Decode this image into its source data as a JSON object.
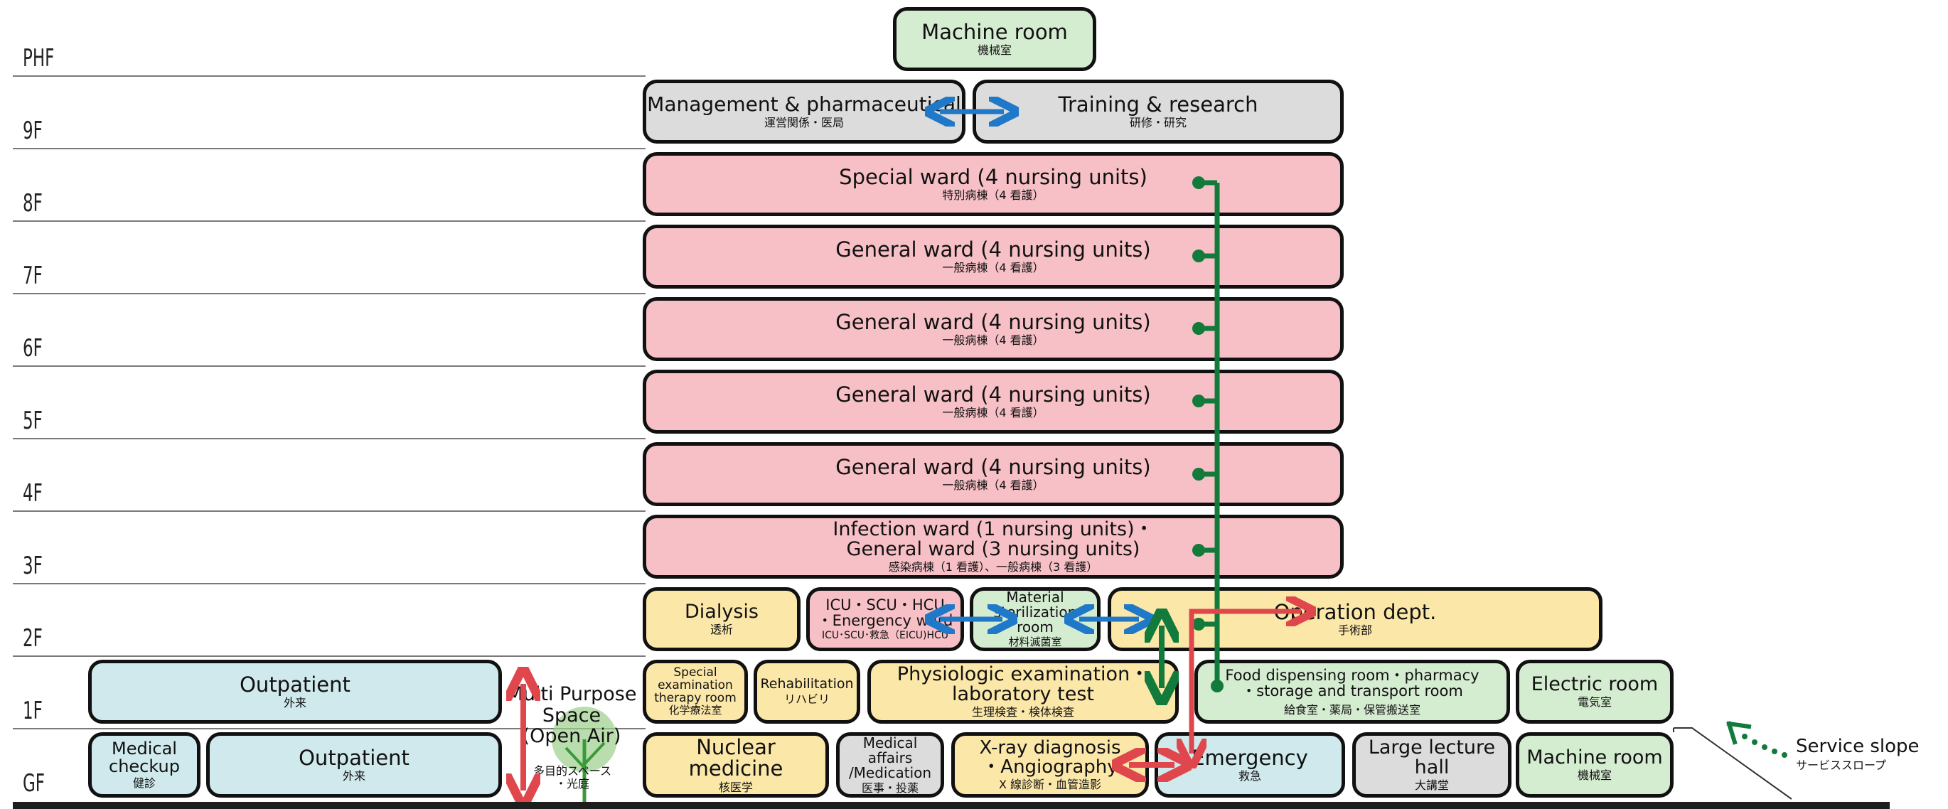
{
  "floors": [
    {
      "label": "PHF"
    },
    {
      "label": "9F"
    },
    {
      "label": "8F"
    },
    {
      "label": "7F"
    },
    {
      "label": "6F"
    },
    {
      "label": "5F"
    },
    {
      "label": "4F"
    },
    {
      "label": "3F"
    },
    {
      "label": "2F"
    },
    {
      "label": "1F"
    },
    {
      "label": "GF"
    }
  ],
  "rooms": {
    "machine_room_phf": {
      "en": "Machine room",
      "ja": "機械室"
    },
    "management": {
      "en": "Management & pharmaceutical",
      "ja": "運営関係・医局"
    },
    "training": {
      "en": "Training & research",
      "ja": "研修・研究"
    },
    "special_ward": {
      "en": "Special ward (4 nursing units)",
      "ja": "特別病棟（4 看護）"
    },
    "general_ward_7f": {
      "en": "General ward (4 nursing units)",
      "ja": "一般病棟（4 看護）"
    },
    "general_ward_6f": {
      "en": "General ward (4 nursing units)",
      "ja": "一般病棟（4 看護）"
    },
    "general_ward_5f": {
      "en": "General ward (4 nursing units)",
      "ja": "一般病棟（4 看護）"
    },
    "general_ward_4f": {
      "en": "General ward (4 nursing units)",
      "ja": "一般病棟（4 看護）"
    },
    "infection_ward": {
      "en": "Infection ward (1 nursing units)・\nGeneral ward (3 nursing units)",
      "ja": "感染病棟（1 看護）、一般病棟（3 看護）"
    },
    "dialysis": {
      "en": "Dialysis",
      "ja": "透析"
    },
    "icu": {
      "en": "ICU・SCU・HCU\n・Energency ward",
      "ja": "ICU･SCU･救急（EICU)HCU"
    },
    "material": {
      "en": "Material\nsterilization\nroom",
      "ja": "材料滅菌室"
    },
    "operation": {
      "en": "Operation dept.",
      "ja": "手術部"
    },
    "outpatient_1f": {
      "en": "Outpatient",
      "ja": "外来"
    },
    "special_exam": {
      "en": "Special\nexamination\ntherapy room",
      "ja": "化学療法室"
    },
    "rehabilitation": {
      "en": "Rehabilitation",
      "ja": "リハビリ"
    },
    "physiologic": {
      "en": "Physiologic examination・\nlaboratory test",
      "ja": "生理検査・検体検査"
    },
    "food": {
      "en": "Food dispensing room・pharmacy\n・storage and transport room",
      "ja": "給食室・薬局・保管搬送室"
    },
    "electric": {
      "en": "Electric room",
      "ja": "電気室"
    },
    "medical_checkup": {
      "en": "Medical\ncheckup",
      "ja": "健診"
    },
    "outpatient_gf": {
      "en": "Outpatient",
      "ja": "外来"
    },
    "nuclear": {
      "en": "Nuclear\nmedicine",
      "ja": "核医学"
    },
    "medical_affairs": {
      "en": "Medical\naffairs\n/Medication",
      "ja": "医事・投薬"
    },
    "xray": {
      "en": "X-ray diagnosis\n・Angiography",
      "ja": "X 線診断・血管造影"
    },
    "emergency": {
      "en": "Emergency",
      "ja": "救急"
    },
    "lecture": {
      "en": "Large lecture\nhall",
      "ja": "大講堂"
    },
    "machine_room_gf": {
      "en": "Machine room",
      "ja": "機械室"
    }
  },
  "multi_purpose": {
    "en": "Multi Purpose\nSpace\n(Open Air)",
    "ja": "多目的スペース\n・光庭"
  },
  "service_slope": {
    "en": "Service slope",
    "ja": "サービススロープ"
  },
  "colors": {
    "ward": "#f7c0c6",
    "outpatient": "#cfe9ec",
    "diagnostic": "#fbe7a8",
    "service": "#d4ecd0",
    "admin": "#dcdcdc",
    "arrow_blue": "#1f78c8",
    "arrow_green": "#127a3a",
    "arrow_red": "#e0474c"
  }
}
